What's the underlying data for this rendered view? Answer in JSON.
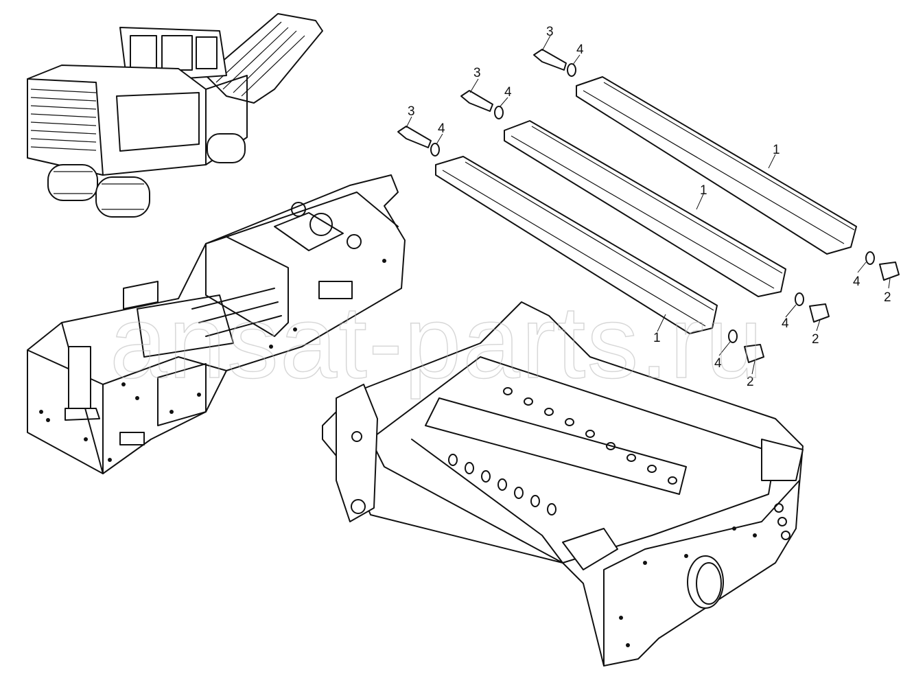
{
  "watermark": "ansat-parts.ru",
  "callouts": [
    {
      "id": "c3a",
      "label": "3"
    },
    {
      "id": "c4a",
      "label": "4"
    },
    {
      "id": "c3b",
      "label": "3"
    },
    {
      "id": "c4b",
      "label": "4"
    },
    {
      "id": "c3c",
      "label": "3"
    },
    {
      "id": "c4c",
      "label": "4"
    },
    {
      "id": "c1a",
      "label": "1"
    },
    {
      "id": "c1b",
      "label": "1"
    },
    {
      "id": "c1c",
      "label": "1"
    },
    {
      "id": "c4d",
      "label": "4"
    },
    {
      "id": "c2a",
      "label": "2"
    },
    {
      "id": "c4e",
      "label": "4"
    },
    {
      "id": "c2b",
      "label": "2"
    },
    {
      "id": "c4f",
      "label": "4"
    },
    {
      "id": "c2c",
      "label": "2"
    }
  ],
  "colors": {
    "line": "#111111",
    "background": "#ffffff",
    "watermark": "#b8b8b8"
  }
}
